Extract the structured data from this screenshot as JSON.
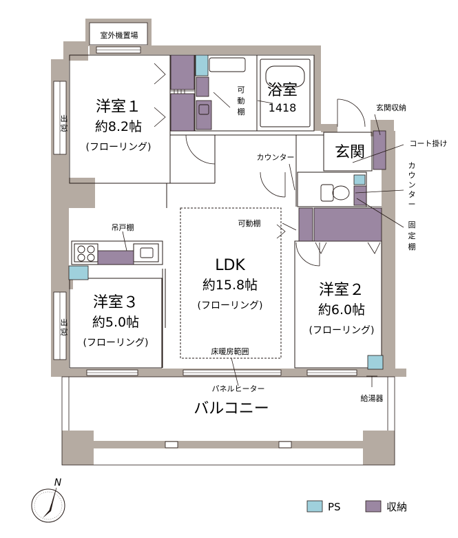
{
  "colors": {
    "wall": "#b5aba2",
    "storage": "#9b87a2",
    "ps": "#9fd0dc",
    "line": "#231815",
    "panel": "#ffffff"
  },
  "labels": {
    "outdoor_unit": "室外機置場",
    "bath": "浴室",
    "bath_size": "1418",
    "movable_shelf_top": [
      "可",
      "動",
      "棚"
    ],
    "genkan": "玄関",
    "genkan_storage": "玄関収納",
    "coat_hook": "コート掛け",
    "counter_left": "カウンター",
    "counter_right": [
      "カ",
      "ウ",
      "ン",
      "タ",
      "ー"
    ],
    "fixed_shelf": [
      "固",
      "定",
      "棚"
    ],
    "movable_shelf_mid": "可動棚",
    "hanging_cabinet": "吊戸棚",
    "window_label": [
      "出",
      "窓"
    ],
    "floor_heating": "床暖房範囲",
    "panel_heater": "パネルヒーター",
    "balcony": "バルコニー",
    "water_heater": "給湯器",
    "north": "N"
  },
  "rooms": {
    "r1": {
      "name": "洋室１",
      "size": "約8.2帖",
      "floor": "(フローリング)"
    },
    "r3": {
      "name": "洋室３",
      "size": "約5.0帖",
      "floor": "(フローリング)"
    },
    "ldk": {
      "name": "LDK",
      "size": "約15.8帖",
      "floor": "(フローリング)"
    },
    "r2": {
      "name": "洋室２",
      "size": "約6.0帖",
      "floor": "(フローリング)"
    }
  },
  "legend": {
    "ps": "PS",
    "storage": "収納"
  }
}
